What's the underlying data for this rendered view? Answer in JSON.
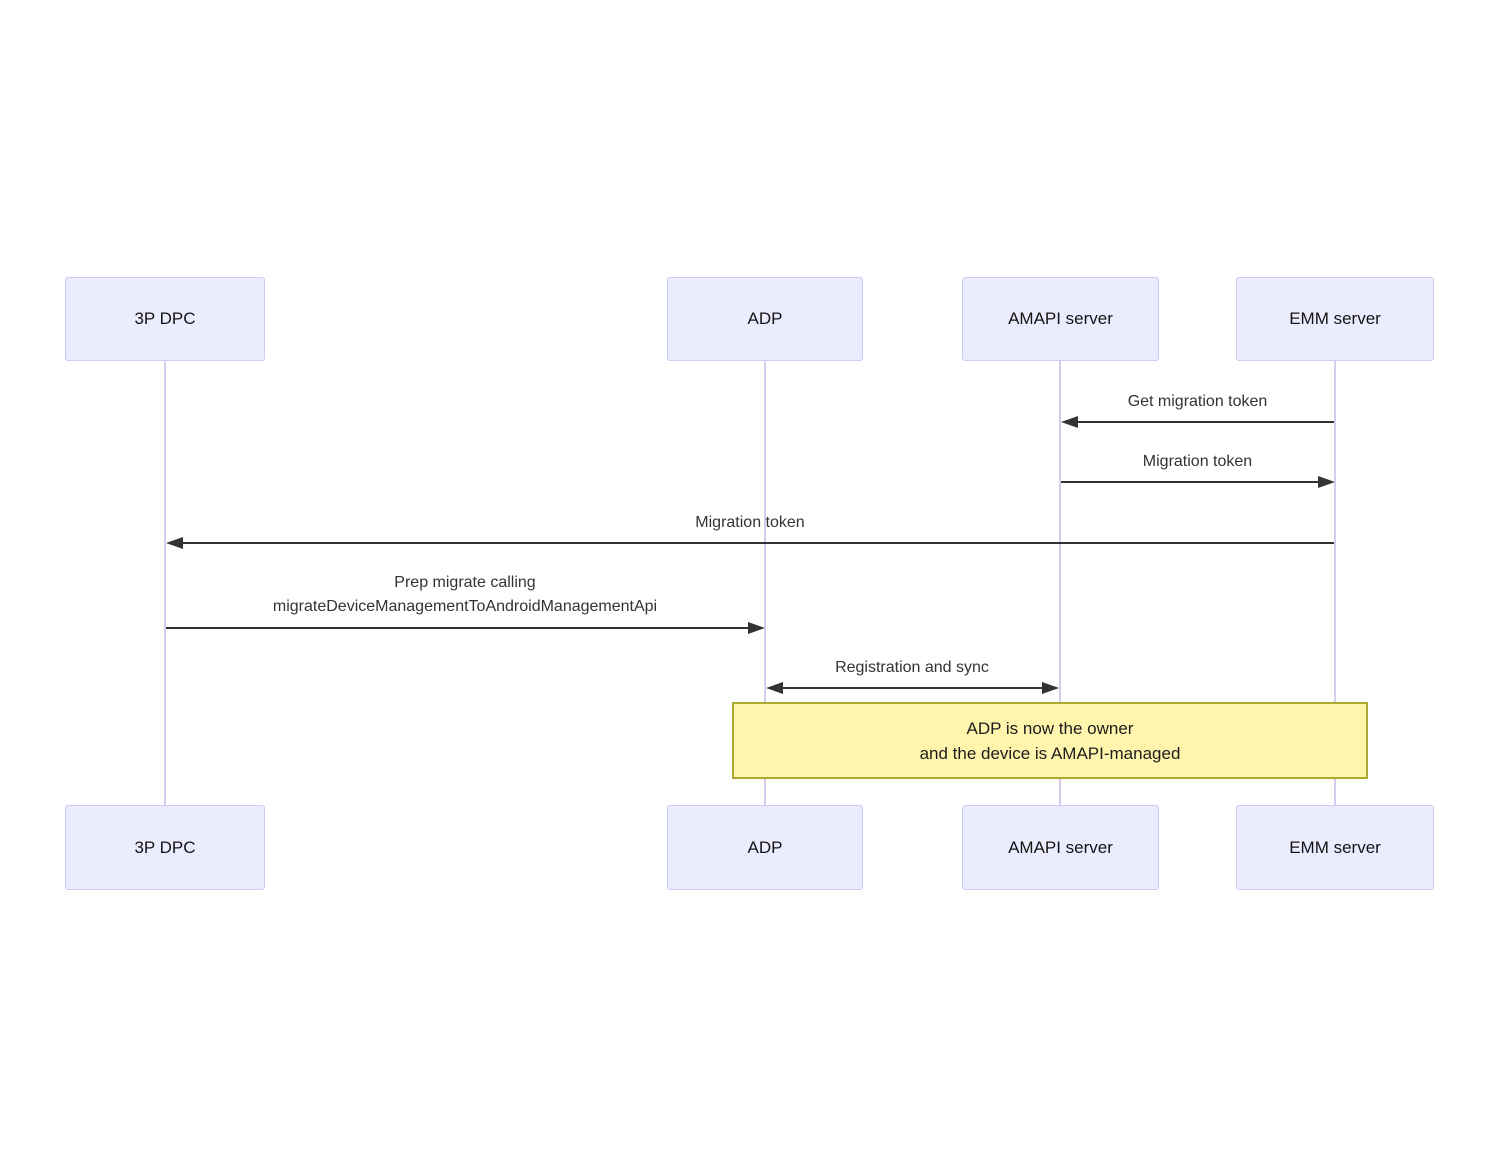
{
  "diagram": {
    "type": "sequence",
    "actors": [
      {
        "id": "3p-dpc",
        "label": "3P DPC"
      },
      {
        "id": "adp",
        "label": "ADP"
      },
      {
        "id": "amapi-server",
        "label": "AMAPI server"
      },
      {
        "id": "emm-server",
        "label": "EMM server"
      }
    ],
    "messages": [
      {
        "from": "EMM server",
        "to": "AMAPI server",
        "label": "Get migration token",
        "arrow": "left"
      },
      {
        "from": "AMAPI server",
        "to": "EMM server",
        "label": "Migration token",
        "arrow": "right"
      },
      {
        "from": "EMM server",
        "to": "3P DPC",
        "label": "Migration token",
        "arrow": "left"
      },
      {
        "from": "3P DPC",
        "to": "ADP",
        "label": "Prep migrate calling",
        "label2": "migrateDeviceManagementToAndroidManagementApi",
        "arrow": "right"
      },
      {
        "from": "ADP",
        "to": "AMAPI server",
        "label": "Registration and sync",
        "arrow": "both"
      }
    ],
    "note": {
      "line1": "ADP is now the owner",
      "line2": "and the device is AMAPI-managed"
    },
    "colors": {
      "actor_fill": "#ECECFF",
      "actor_border": "#CCCCF5",
      "lifeline": "#D5CCEE",
      "arrow": "#333333",
      "message_text": "#333333",
      "note_fill": "#FFF5AD",
      "note_border": "#AAAA33",
      "note_text": "#1C1C1C",
      "background": "#FFFFFF"
    }
  }
}
